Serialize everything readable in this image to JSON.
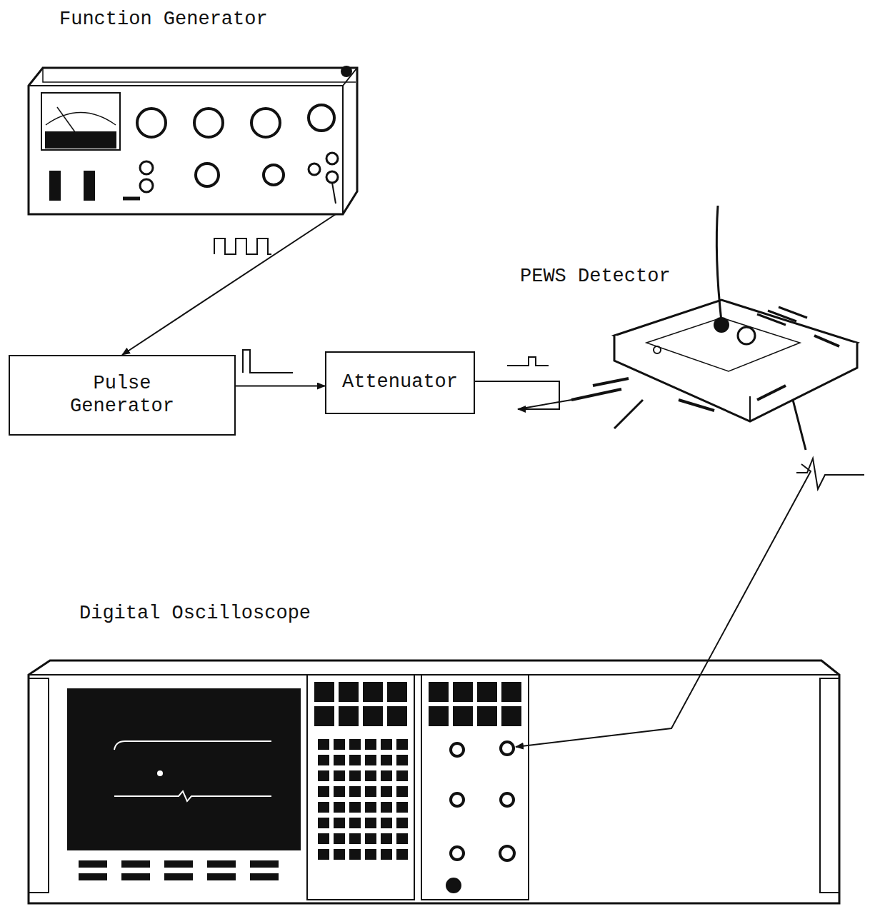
{
  "diagram": {
    "nodes": [
      {
        "text": [
          "Function Generator"
        ]
      },
      {
        "text": [
          "Pulse Generator"
        ]
      },
      {
        "text": [
          "Attenuator"
        ]
      },
      {
        "text": [
          "PEWS Detector"
        ]
      },
      {
        "text": [
          "Digital Oscilloscope"
        ]
      }
    ],
    "edges": [
      {
        "from": 0,
        "to": 1,
        "arrow": "to"
      },
      {
        "from": 1,
        "to": 2,
        "arrow": "to"
      },
      {
        "from": 2,
        "to": 3,
        "arrow": "to"
      },
      {
        "from": 3,
        "to": 4,
        "arrow": "to"
      }
    ]
  }
}
